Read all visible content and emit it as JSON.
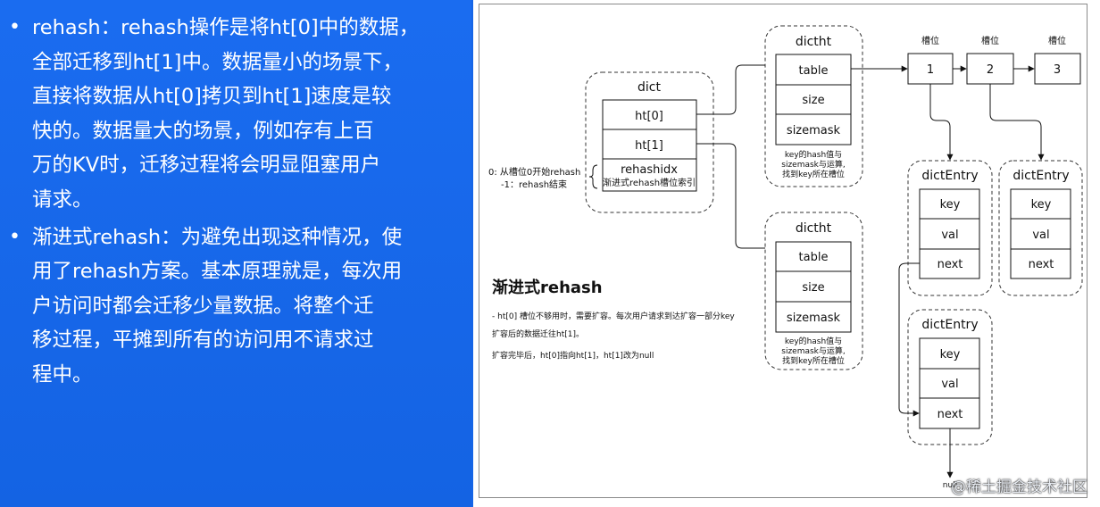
{
  "left": {
    "bullets": [
      {
        "lines": [
          "rehash：rehash操作是将ht[0]中的数据，",
          "全部迁移到ht[1]中。数据量小的场景下，",
          "直接将数据从ht[0]拷贝到ht[1]速度是较",
          "快的。数据量大的场景，例如存有上百",
          "万的KV时，迁移过程将会明显阻塞用户",
          "请求。"
        ]
      },
      {
        "lines": [
          "渐进式rehash：为避免出现这种情况，使",
          "用了rehash方案。基本原理就是，每次用",
          "户访问时都会迁移少量数据。将整个迁",
          "移过程，平摊到所有的访问用不请求过",
          "程中。"
        ]
      }
    ]
  },
  "diagram": {
    "dict": {
      "title": "dict",
      "fields": [
        "ht[0]",
        "ht[1]",
        "rehashidx"
      ],
      "subnote": "渐进式rehash槽位索引"
    },
    "rehashidx_note": [
      "0: 从槽位0开始rehash",
      "-1：rehash结束"
    ],
    "dictht_top": {
      "title": "dictht",
      "fields": [
        "table",
        "size",
        "sizemask"
      ],
      "note": [
        "key的hash值与",
        "sizemask与运算,",
        "找到key所在槽位"
      ]
    },
    "dictht_bottom": {
      "title": "dictht",
      "fields": [
        "table",
        "size",
        "sizemask"
      ],
      "note": [
        "key的hash值与",
        "sizemask与运算,",
        "找到key所在槽位"
      ]
    },
    "slots": [
      {
        "label": "槽位",
        "value": "1"
      },
      {
        "label": "槽位",
        "value": "2"
      },
      {
        "label": "槽位",
        "value": "3"
      }
    ],
    "entries": [
      {
        "title": "dictEntry",
        "fields": [
          "key",
          "val",
          "next"
        ]
      },
      {
        "title": "dictEntry",
        "fields": [
          "key",
          "val",
          "next"
        ]
      },
      {
        "title": "dictEntry",
        "fields": [
          "key",
          "val",
          "next"
        ]
      }
    ],
    "null_label": "null",
    "section_title": "渐进式rehash",
    "notes": [
      "- ht[0] 槽位不够用时，需要扩容。每次用户请求到达扩容一部分key",
      "扩容后的数据迁往ht[1]。",
      "扩容完毕后，ht[0]指向ht[1]，ht[1]改为null"
    ]
  },
  "watermark": "@稀土掘金技术社区"
}
